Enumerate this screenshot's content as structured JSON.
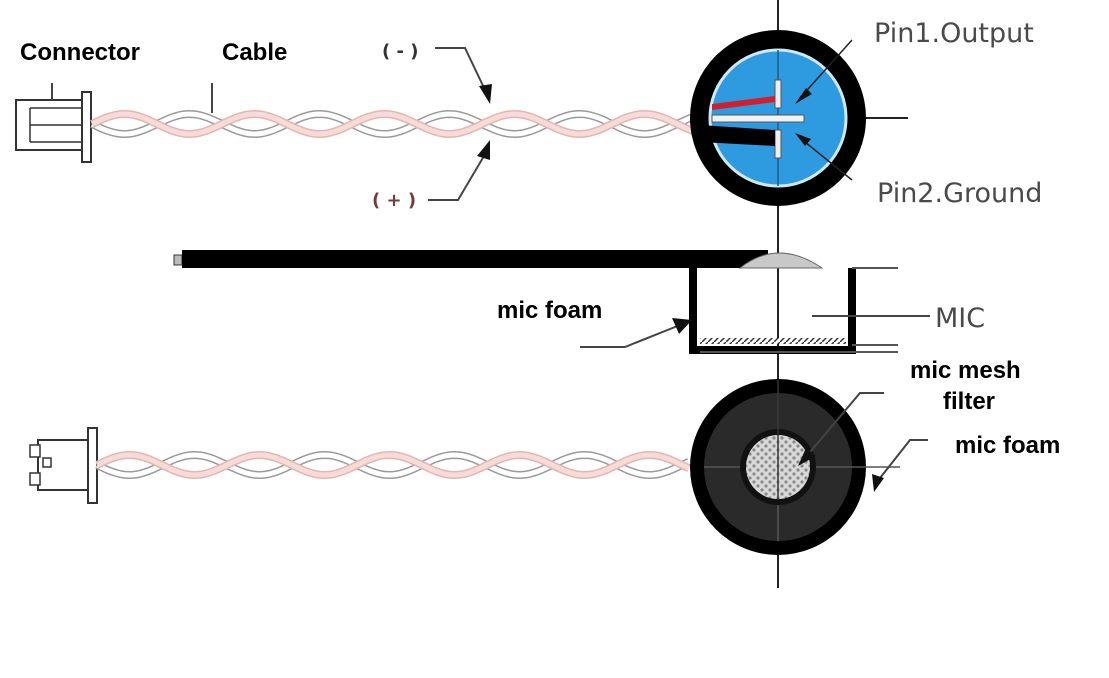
{
  "diagram": {
    "title": "Microphone assembly with twisted-pair cable",
    "views": [
      "top-view",
      "side-section",
      "front-view"
    ],
    "labels": {
      "connector": "Connector",
      "cable": "Cable",
      "negative": "( - )",
      "positive": "( + )",
      "pin1": "Pin1.Output",
      "pin2": "Pin2.Ground",
      "mic_foam_side": "mic foam",
      "mic": "MIC",
      "mic_mesh_line1": "mic mesh",
      "mic_mesh_line2": "filter",
      "mic_foam_front": "mic foam"
    },
    "colors": {
      "mic_face_blue": "#2e9be0",
      "wire_red": "#e8b4b0",
      "wire_gray": "#9a9a9a",
      "positive_sign": "#7a3a3a",
      "negative_sign": "#333333",
      "pin1_wire": "#d0202a",
      "foam_dark": "#2a2a2a"
    }
  }
}
